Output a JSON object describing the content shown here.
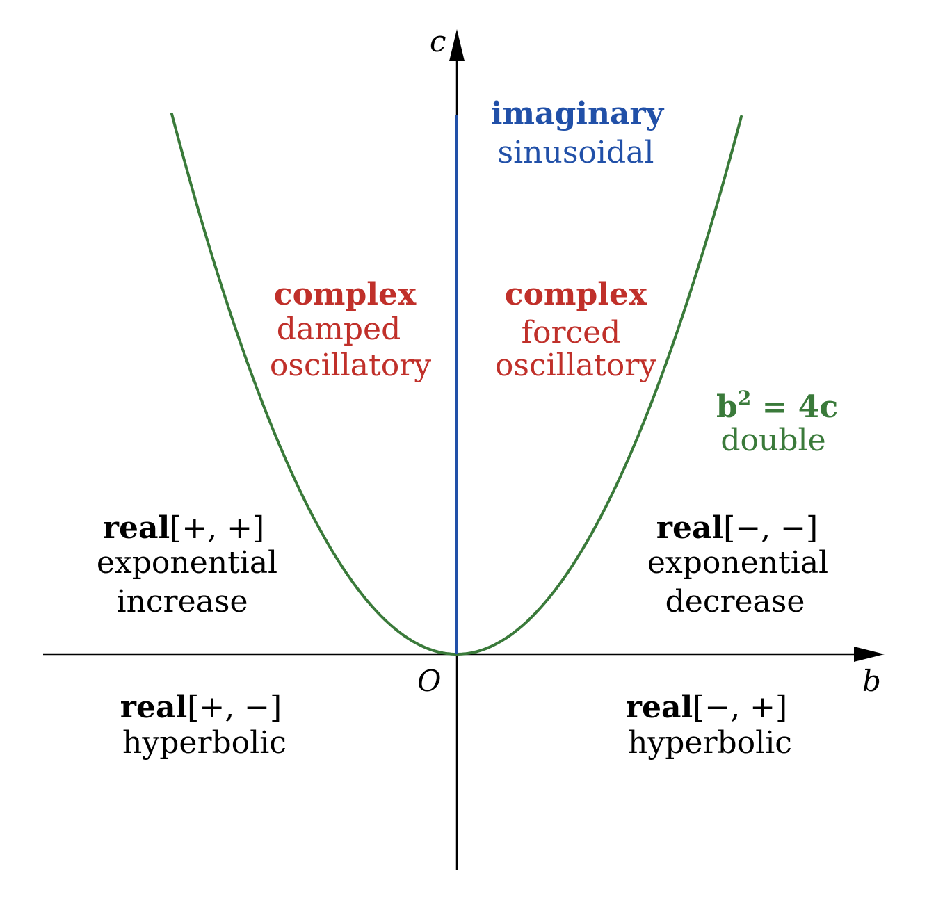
{
  "colors": {
    "axis": "#000000",
    "parabola": "#3a7a3a",
    "imaginary": "#2150a8",
    "complex": "#c0302a",
    "real": "#000000"
  },
  "axes": {
    "x_label": "b",
    "y_label": "c",
    "origin_label": "O"
  },
  "regions": {
    "imaginary": {
      "title": "imaginary",
      "desc": "sinusoidal"
    },
    "complex_left": {
      "title": "complex",
      "desc1": "damped",
      "desc2": "oscillatory"
    },
    "complex_right": {
      "title": "complex",
      "desc1": "forced",
      "desc2": "oscillatory"
    },
    "double": {
      "title_base": "b",
      "title_exp": "2",
      "title_rest": " = 4c",
      "desc": "double"
    },
    "real_pp": {
      "title": "real",
      "signs": "[+, +]",
      "desc1": "exponential",
      "desc2": "increase"
    },
    "real_mm": {
      "title": "real",
      "signs": "[−, −]",
      "desc1": "exponential",
      "desc2": "decrease"
    },
    "real_pm": {
      "title": "real",
      "signs": "[+, −]",
      "desc1": "hyperbolic"
    },
    "real_mp": {
      "title": "real",
      "signs": "[−, +]",
      "desc1": "hyperbolic"
    }
  }
}
